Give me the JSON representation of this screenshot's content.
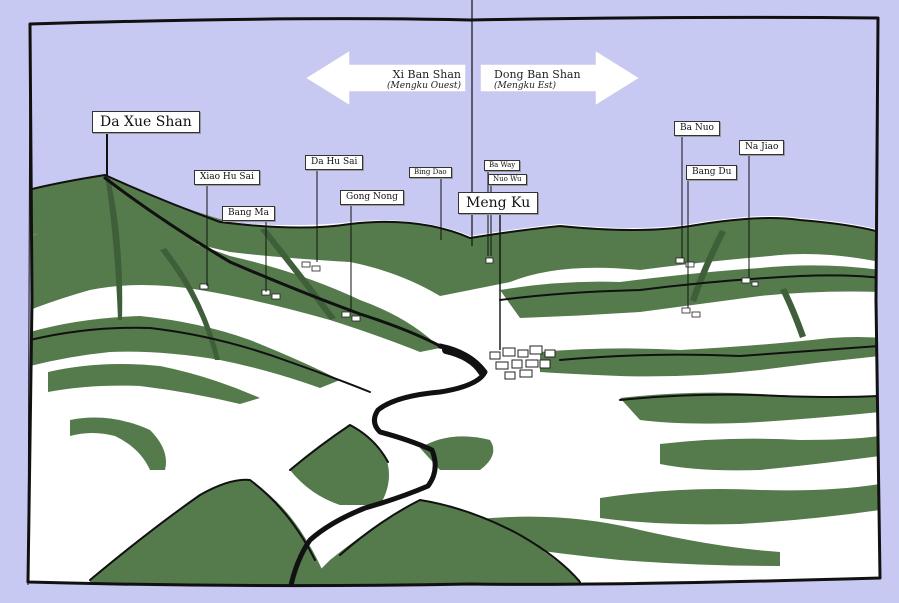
{
  "colors": {
    "sky": "#c8c9f2",
    "forest": "#557a4c",
    "forest_dark": "#3f5f3a",
    "ink": "#111111",
    "arrow_fill": "#ffffff",
    "arrow_stroke": "#c8c9ee"
  },
  "arrows": {
    "west": {
      "name": "Xi Ban Shan",
      "subtitle": "(Mengku Ouest)"
    },
    "east": {
      "name": "Dong Ban Shan",
      "subtitle": "(Mengku Est)"
    }
  },
  "places": {
    "da_xue_shan": "Da Xue Shan",
    "xiao_hu_sai": "Xiao Hu Sai",
    "bang_ma": "Bang Ma",
    "da_hu_sai": "Da Hu Sai",
    "gong_nong": "Gong Nong",
    "bing_dao": "Bing Dao",
    "ba_way": "Ba Way",
    "nuo_wu": "Nuo Wu",
    "meng_ku": "Meng Ku",
    "ba_nuo": "Ba Nuo",
    "bang_du": "Bang Du",
    "na_jiao": "Na Jiao"
  }
}
